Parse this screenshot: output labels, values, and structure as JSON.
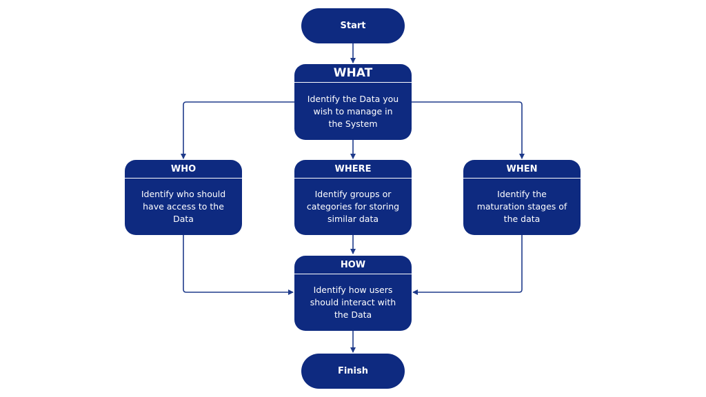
{
  "diagram": {
    "start": {
      "label": "Start"
    },
    "finish": {
      "label": "Finish"
    },
    "nodes": [
      {
        "id": "what",
        "title": "WHAT",
        "description": "Identify the Data you wish to manage in the System"
      },
      {
        "id": "who",
        "title": "WHO",
        "description": "Identify who should have access to the Data"
      },
      {
        "id": "where",
        "title": "WHERE",
        "description": "Identify groups or categories for storing similar data"
      },
      {
        "id": "when",
        "title": "WHEN",
        "description": "Identify the maturation stages of the data"
      },
      {
        "id": "how",
        "title": "HOW",
        "description": "Identify how users should interact with the Data"
      }
    ],
    "edges": [
      {
        "from": "start",
        "to": "what"
      },
      {
        "from": "what",
        "to": "who"
      },
      {
        "from": "what",
        "to": "where"
      },
      {
        "from": "what",
        "to": "when"
      },
      {
        "from": "who",
        "to": "how"
      },
      {
        "from": "where",
        "to": "how"
      },
      {
        "from": "when",
        "to": "how"
      },
      {
        "from": "how",
        "to": "finish"
      }
    ],
    "colors": {
      "node_fill": "#0e2a80",
      "edge": "#1e3a8a",
      "text": "#ffffff"
    }
  }
}
